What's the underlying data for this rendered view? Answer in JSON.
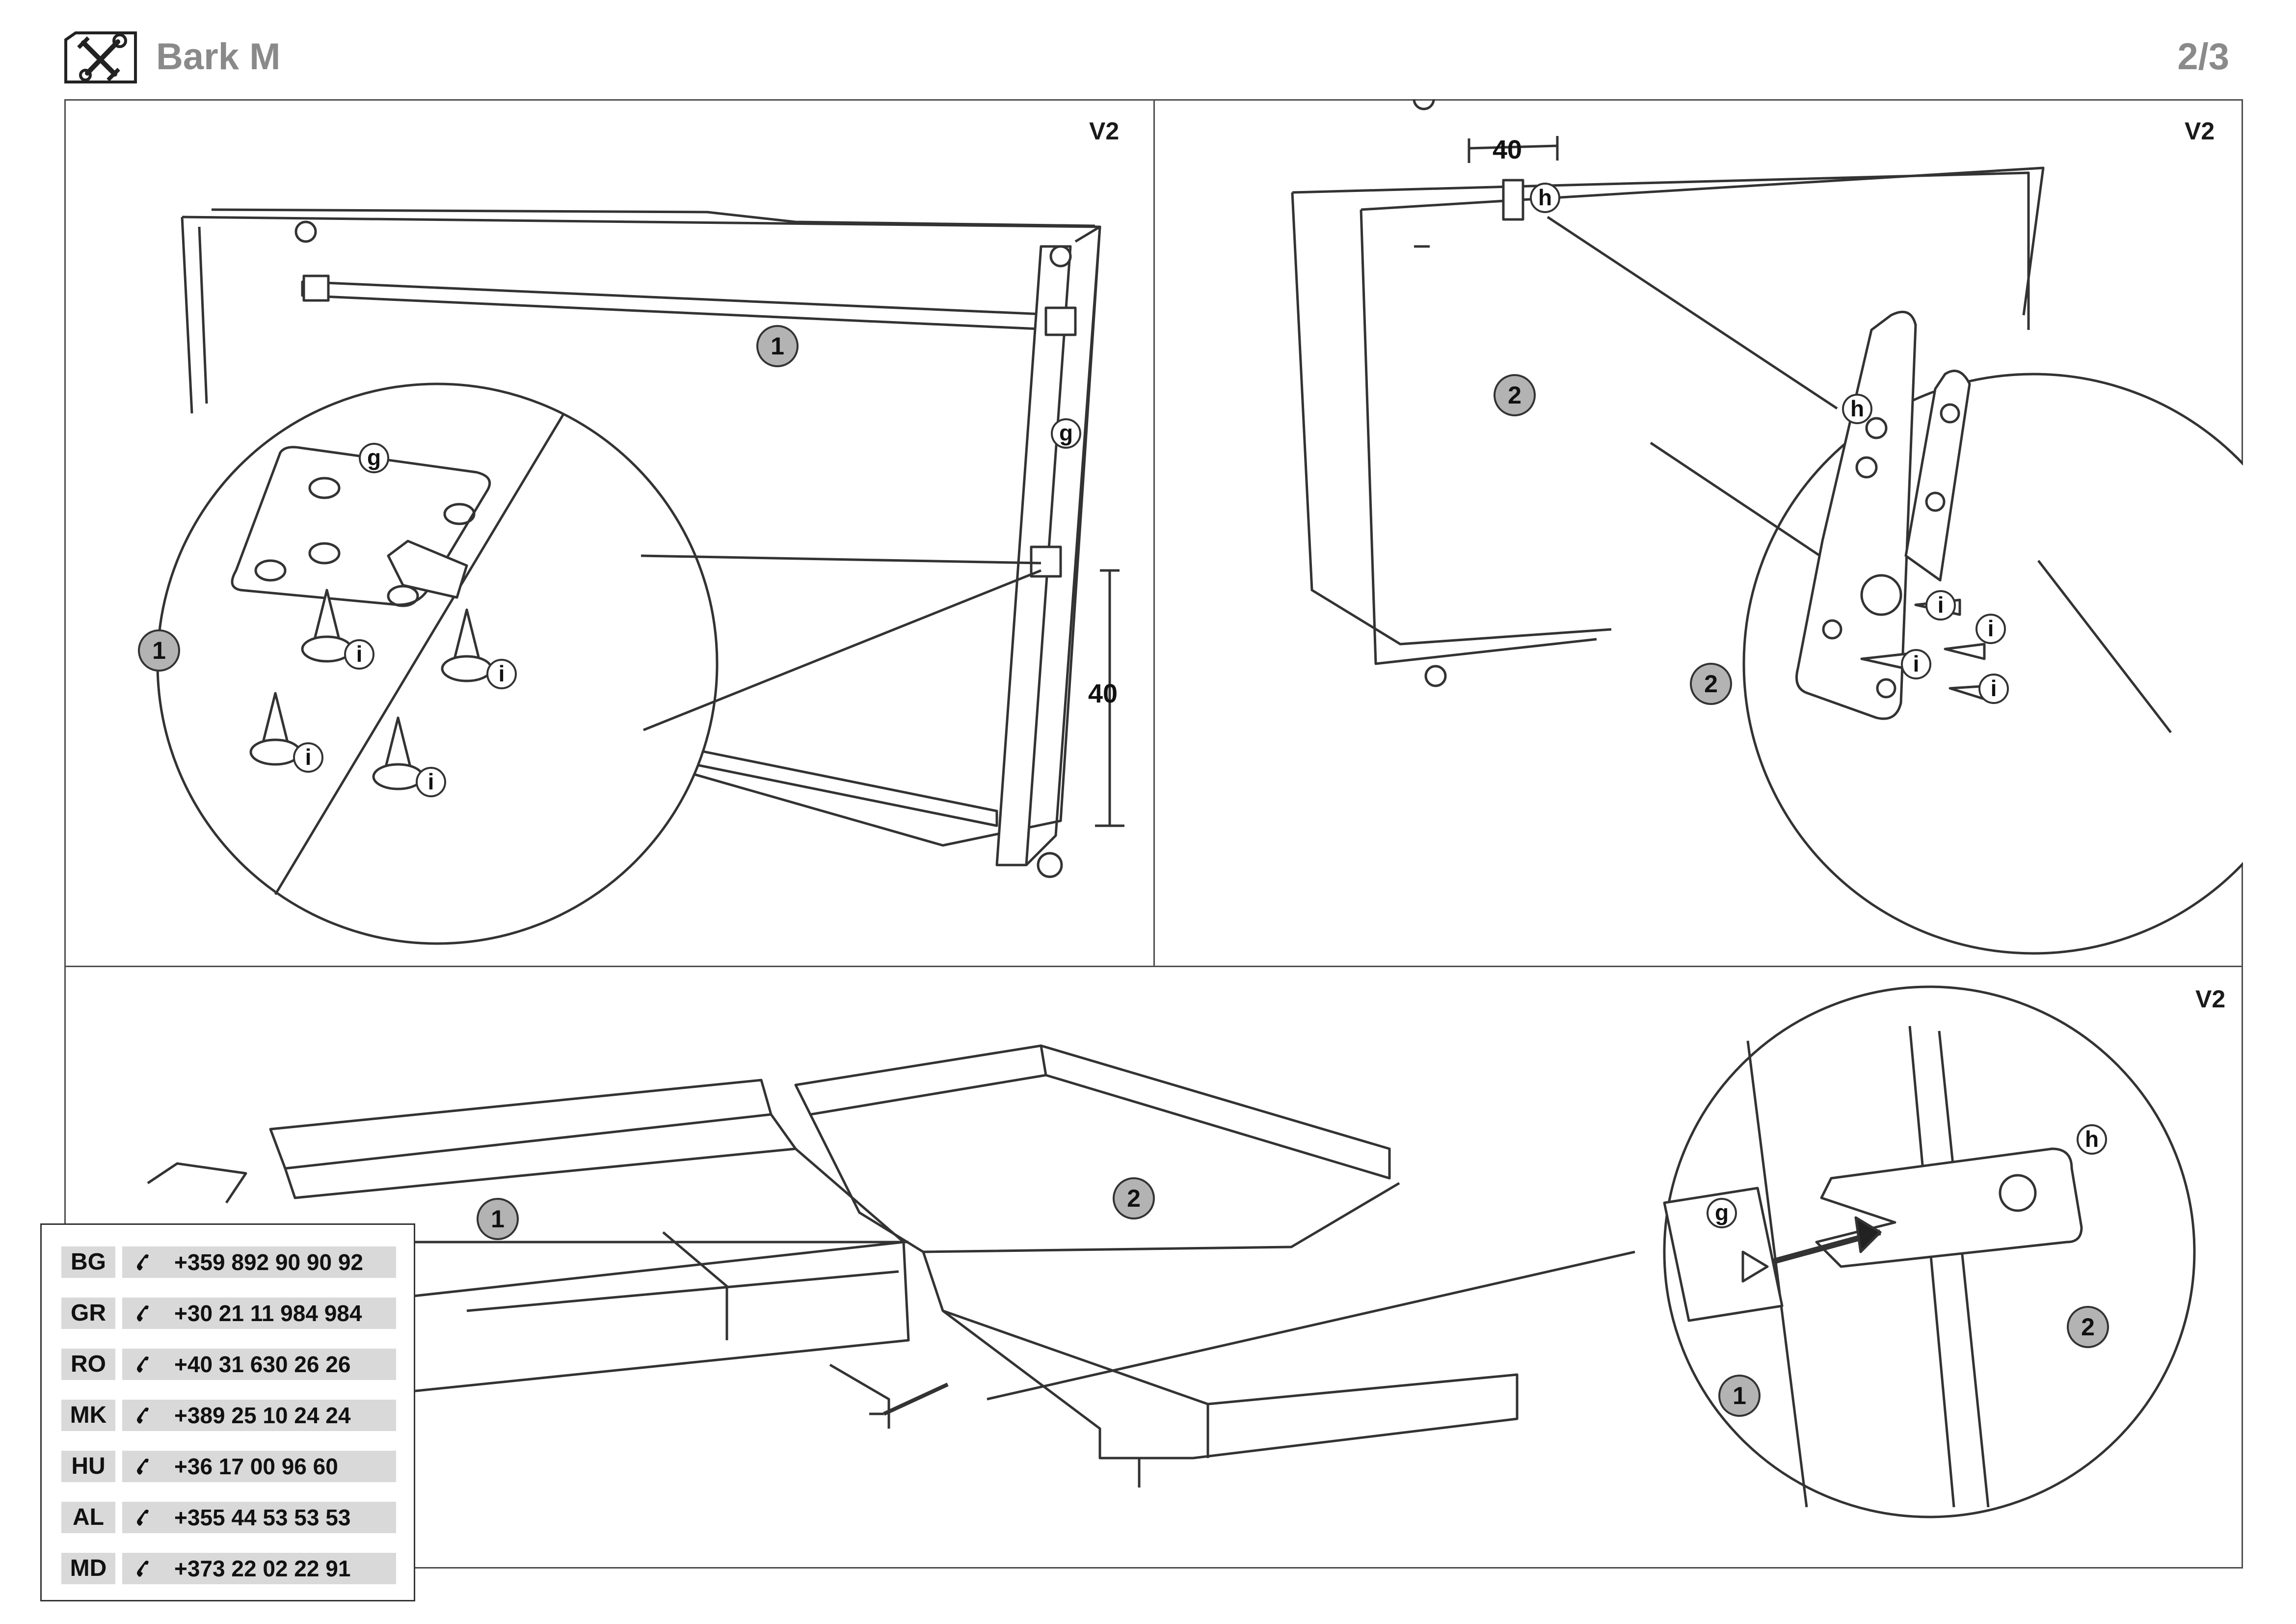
{
  "header": {
    "title": "Bark M",
    "page_number": "2/3",
    "icon": "tools-icon"
  },
  "panels": {
    "top_left": {
      "variant": "V2",
      "callout_main": "1",
      "callout_zoom": "1",
      "part_g_main": "g",
      "part_g_zoom": "g",
      "screw_label": "i",
      "dimension": "40"
    },
    "top_right": {
      "variant": "V2",
      "callout_main": "2",
      "callout_zoom": "2",
      "part_h_main": "h",
      "part_h_zoom": "h",
      "screw_label": "i",
      "dimension": "40"
    },
    "bottom": {
      "variant": "V2",
      "callout_sofa_1": "1",
      "callout_sofa_2": "2",
      "callout_zoom_1": "1",
      "callout_zoom_2": "2",
      "part_g": "g",
      "part_h": "h"
    }
  },
  "contacts": {
    "icon": "phone-icon",
    "rows": [
      {
        "country": "BG",
        "phone": "+359 892 90 90 92"
      },
      {
        "country": "GR",
        "phone": "+30 21 11 984 984"
      },
      {
        "country": "RO",
        "phone": "+40 31 630 26 26"
      },
      {
        "country": "MK",
        "phone": "+389 25 10 24 24"
      },
      {
        "country": "HU",
        "phone": "+36 17 00 96 60"
      },
      {
        "country": "AL",
        "phone": "+355 44 53 53 53"
      },
      {
        "country": "MD",
        "phone": "+373 22 02 22 91"
      }
    ]
  }
}
